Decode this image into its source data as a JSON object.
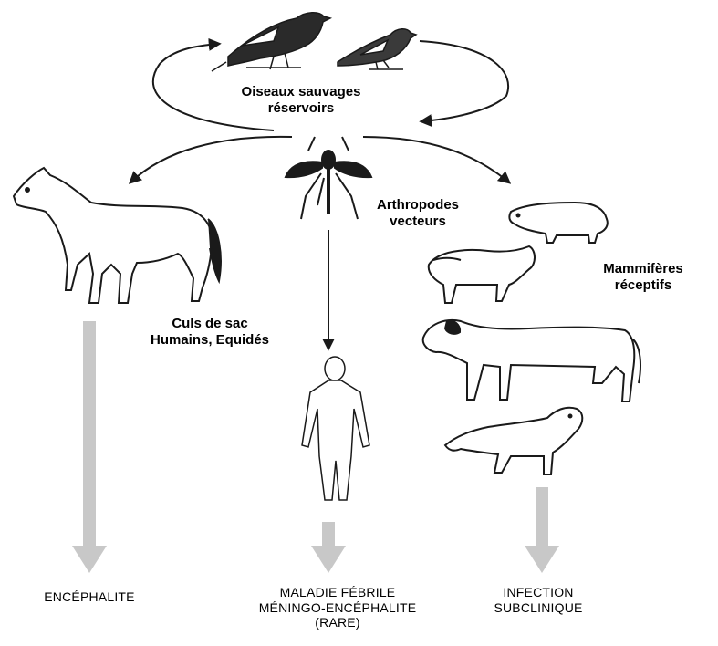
{
  "labels": {
    "birds": [
      "Oiseaux  sauvages",
      "réservoirs"
    ],
    "arthropods": [
      "Arthropodes",
      "vecteurs"
    ],
    "mammals": [
      "Mammifères",
      "réceptifs"
    ],
    "dead_end": [
      "Culs de sac",
      "Humains, Equidés"
    ]
  },
  "outcomes": {
    "encephalitis": [
      "ENCÉPHALITE"
    ],
    "febrile": [
      "MALADIE FÉBRILE",
      "MÉNINGO-ENCÉPHALITE",
      "(RARE)"
    ],
    "subclinical": [
      "INFECTION",
      "SUBCLINIQUE"
    ]
  },
  "colors": {
    "ink": "#1a1a1a",
    "outcome_arrow": "#c8c8c8",
    "background": "#ffffff"
  },
  "icons": [
    "bird-icon",
    "finch-icon",
    "mosquito-icon",
    "horse-icon",
    "human-icon",
    "pig-icon",
    "sheep-icon",
    "cow-icon",
    "dog-icon"
  ]
}
